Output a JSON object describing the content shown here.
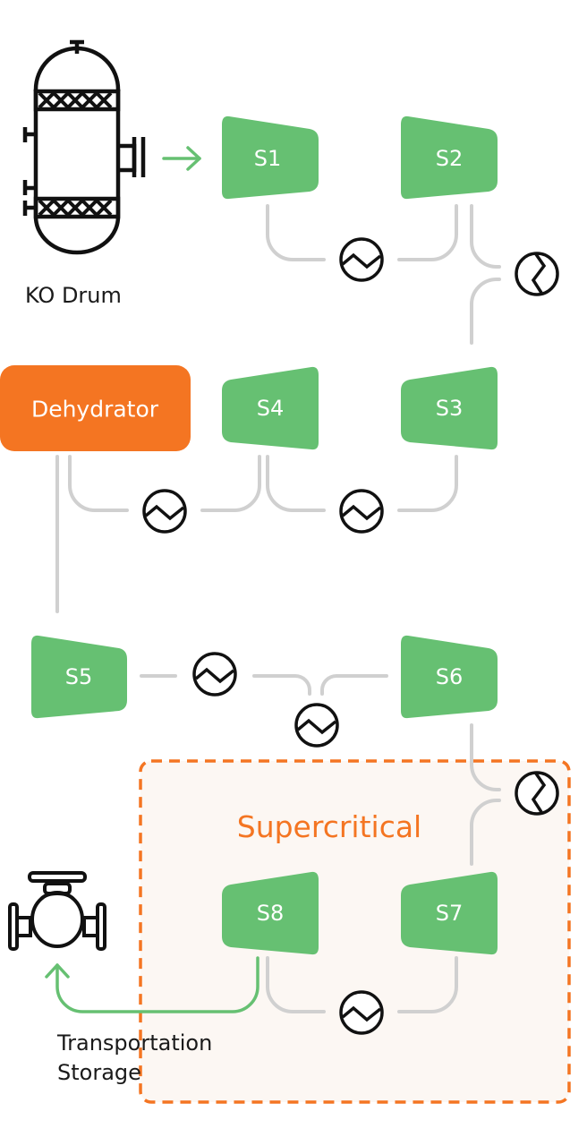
{
  "diagram": {
    "title": "CO2 compression train",
    "equipment": {
      "ko_drum": {
        "label": "KO Drum",
        "icon": "ko-drum-vessel-icon"
      },
      "dehydrator": {
        "label": "Dehydrator",
        "color": "#f47522"
      },
      "transport": {
        "label_line1": "Transportation",
        "label_line2": "Storage",
        "icon": "valve-icon"
      }
    },
    "stages": [
      {
        "id": "S1",
        "label": "S1"
      },
      {
        "id": "S2",
        "label": "S2"
      },
      {
        "id": "S3",
        "label": "S3"
      },
      {
        "id": "S4",
        "label": "S4"
      },
      {
        "id": "S5",
        "label": "S5"
      },
      {
        "id": "S6",
        "label": "S6"
      },
      {
        "id": "S7",
        "label": "S7"
      },
      {
        "id": "S8",
        "label": "S8"
      }
    ],
    "zones": [
      {
        "label": "Supercritical",
        "contains": [
          "S7",
          "S8"
        ],
        "color": "#f47522"
      }
    ],
    "heat_exchangers": [
      {
        "between": [
          "S1",
          "S2"
        ]
      },
      {
        "between": [
          "S2",
          "S3"
        ]
      },
      {
        "between": [
          "Dehydrator",
          "S4"
        ]
      },
      {
        "between": [
          "S4",
          "S3"
        ]
      },
      {
        "between": [
          "S5",
          "S6"
        ]
      },
      {
        "between": [
          "S5",
          "S6"
        ]
      },
      {
        "between": [
          "S6",
          "S7"
        ]
      },
      {
        "between": [
          "S8",
          "S7"
        ]
      }
    ],
    "colors": {
      "stage": "#66c072",
      "flow_arrow": "#66c072",
      "pipe": "#d0d0d0",
      "accent": "#f47522",
      "zone_fill": "#fcf7f3"
    }
  }
}
